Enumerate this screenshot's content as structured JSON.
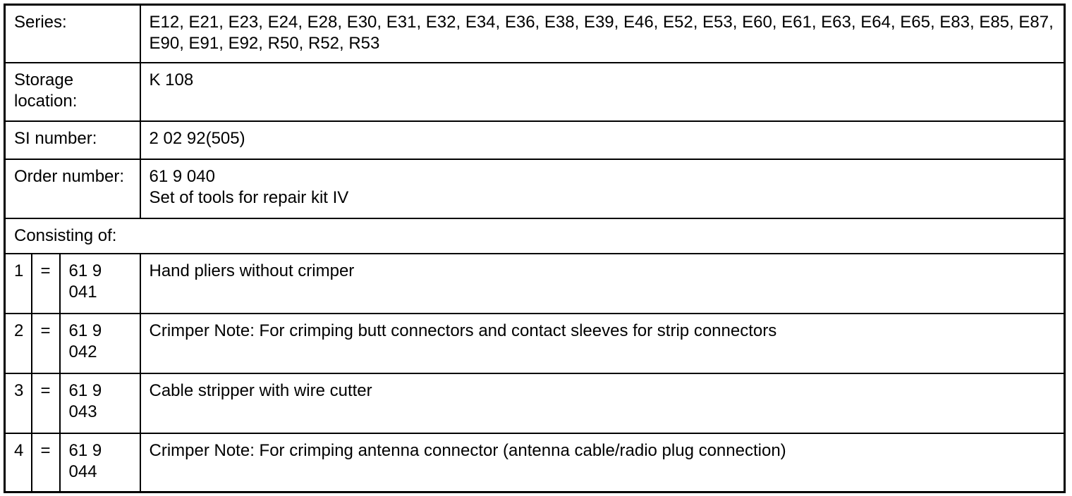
{
  "table": {
    "info_rows": [
      {
        "label": "Series:",
        "value": "E12, E21, E23, E24, E28, E30, E31, E32, E34, E36, E38, E39, E46, E52, E53, E60, E61, E63, E64, E65, E83, E85, E87, E90, E91, E92, R50, R52, R53"
      },
      {
        "label": "Storage location:",
        "value": "K 108"
      },
      {
        "label": "SI number:",
        "value": "2 02 92(505)"
      },
      {
        "label": "Order number:",
        "value": "61 9 040\nSet of tools for repair kit IV"
      }
    ],
    "section_header": "Consisting of:",
    "items": [
      {
        "number": "1",
        "separator": "=",
        "part_number": "61 9 041",
        "description": "Hand pliers without crimper"
      },
      {
        "number": "2",
        "separator": "=",
        "part_number": "61 9 042",
        "description": "Crimper Note: For crimping butt connectors and contact sleeves for strip connectors"
      },
      {
        "number": "3",
        "separator": "=",
        "part_number": "61 9 043",
        "description": "Cable stripper with wire cutter"
      },
      {
        "number": "4",
        "separator": "=",
        "part_number": "61 9 044",
        "description": "Crimper Note: For crimping antenna connector (antenna cable/radio plug connection)"
      }
    ]
  }
}
